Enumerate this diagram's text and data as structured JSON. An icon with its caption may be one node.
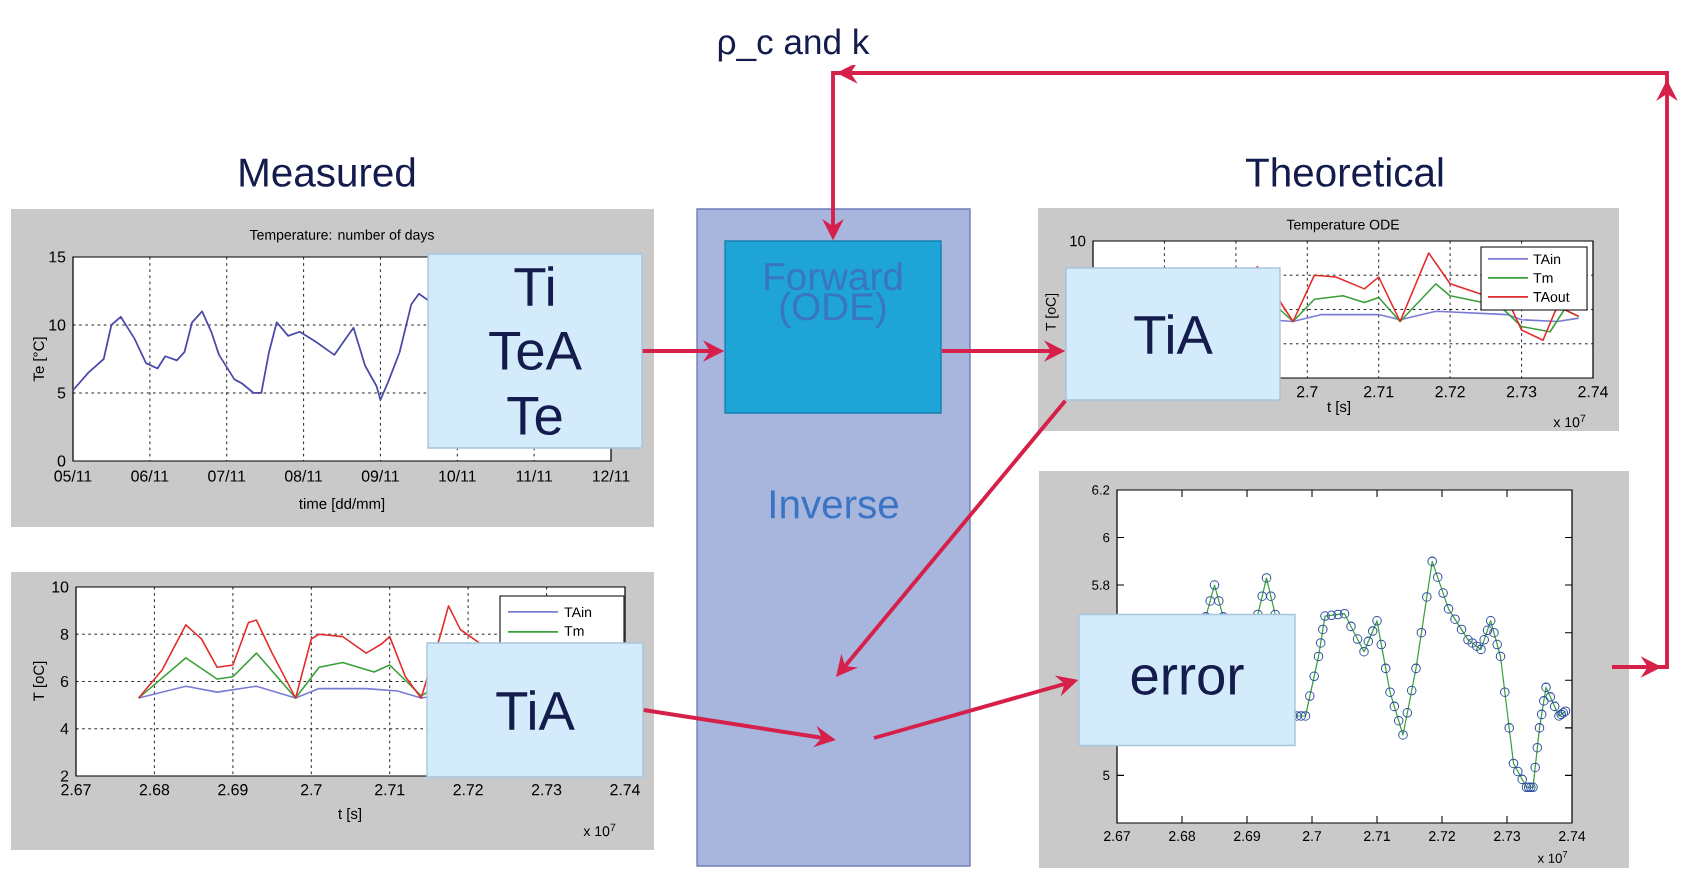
{
  "diagram": {
    "nodes": [
      {
        "text": [
          "Ti",
          "TeA",
          "Te"
        ]
      },
      {
        "text": [
          "Inverse"
        ]
      },
      {
        "text": [
          "Forward (ODE)"
        ],
        "in": 1
      },
      {
        "text": [
          "TiA"
        ]
      },
      {
        "text": [
          "TiA"
        ]
      },
      {
        "text": [
          "error"
        ]
      }
    ],
    "edges": [
      {
        "from": 0,
        "to": 2,
        "arrow": "to"
      },
      {
        "from": 2,
        "to": 3,
        "arrow": "to"
      },
      {
        "from": 3,
        "to": null,
        "arrow": "to"
      },
      {
        "from": 4,
        "to": null,
        "arrow": "to"
      },
      {
        "from": null,
        "to": 5,
        "arrow": "to"
      },
      {
        "from": null,
        "to": 2,
        "arrow": "to",
        "label": "ρ_c and k"
      }
    ],
    "labels": [
      "Measured",
      "Theoretical",
      "Temperature: number of days",
      "15",
      "10",
      "5",
      "0",
      "05/11",
      "06/11",
      "07/11",
      "08/11",
      "09/11",
      "10/11",
      "11/11",
      "12/11",
      "time [dd/mm]",
      "Te [°C]",
      "10",
      "8",
      "6",
      "4",
      "2",
      "2.67",
      "2.68",
      "2.69",
      "2.7",
      "2.71",
      "2.72",
      "2.73",
      "2.74",
      "t [s]",
      "T [oC]",
      "x 10$^{7}$",
      "TAin",
      "Tm",
      "Temperature ODE",
      "10",
      "2.7",
      "2.71",
      "2.72",
      "2.73",
      "2.74",
      "t [s]",
      "T [oC]",
      "x 10$^{7}$",
      "TAin",
      "Tm",
      "TAout",
      "6.2",
      "6",
      "5.8",
      "5",
      "2.67",
      "2.68",
      "2.69",
      "2.7",
      "2.71",
      "2.72",
      "2.73",
      "2.74",
      "x 10$^{7}$"
    ]
  }
}
